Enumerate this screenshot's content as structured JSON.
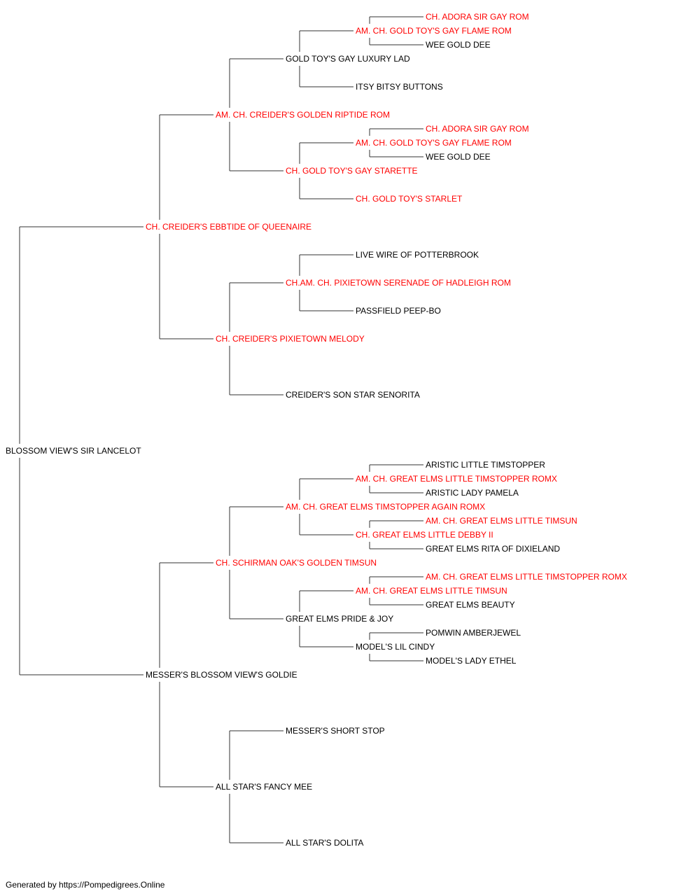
{
  "colors": {
    "champion": "#ff0000",
    "regular": "#000000",
    "line": "#333333"
  },
  "pedigree": {
    "name": "BLOSSOM VIEW'S SIR LANCELOT",
    "champion": false,
    "sire": {
      "name": "CH. CREIDER'S EBBTIDE OF QUEENAIRE",
      "champion": true,
      "sire": {
        "name": "AM. CH. CREIDER'S GOLDEN RIPTIDE ROM",
        "champion": true,
        "sire": {
          "name": "GOLD TOY'S GAY LUXURY LAD",
          "champion": false,
          "sire": {
            "name": "AM. CH. GOLD TOY'S GAY FLAME ROM",
            "champion": true,
            "sire": {
              "name": "CH. ADORA SIR GAY ROM",
              "champion": true
            },
            "dam": {
              "name": "WEE GOLD DEE",
              "champion": false
            }
          },
          "dam": {
            "name": "ITSY BITSY BUTTONS",
            "champion": false
          }
        },
        "dam": {
          "name": "CH. GOLD TOY'S GAY STARETTE",
          "champion": true,
          "sire": {
            "name": "AM. CH. GOLD TOY'S GAY FLAME ROM",
            "champion": true,
            "sire": {
              "name": "CH. ADORA SIR GAY ROM",
              "champion": true
            },
            "dam": {
              "name": "WEE GOLD DEE",
              "champion": false
            }
          },
          "dam": {
            "name": "CH. GOLD TOY'S STARLET",
            "champion": true
          }
        }
      },
      "dam": {
        "name": "CH. CREIDER'S PIXIETOWN MELODY",
        "champion": true,
        "sire": {
          "name": "CH.AM. CH. PIXIETOWN SERENADE OF HADLEIGH ROM",
          "champion": true,
          "sire": {
            "name": "LIVE WIRE OF POTTERBROOK",
            "champion": false
          },
          "dam": {
            "name": "PASSFIELD PEEP-BO",
            "champion": false
          }
        },
        "dam": {
          "name": "CREIDER'S SON STAR SENORITA",
          "champion": false
        }
      }
    },
    "dam": {
      "name": "MESSER'S BLOSSOM VIEW'S GOLDIE",
      "champion": false,
      "sire": {
        "name": "CH. SCHIRMAN OAK'S GOLDEN TIMSUN",
        "champion": true,
        "sire": {
          "name": "AM. CH. GREAT ELMS TIMSTOPPER AGAIN ROMX",
          "champion": true,
          "sire": {
            "name": "AM. CH. GREAT ELMS LITTLE TIMSTOPPER ROMX",
            "champion": true,
            "sire": {
              "name": "ARISTIC LITTLE TIMSTOPPER",
              "champion": false
            },
            "dam": {
              "name": "ARISTIC LADY PAMELA",
              "champion": false
            }
          },
          "dam": {
            "name": "CH. GREAT ELMS LITTLE DEBBY II",
            "champion": true,
            "sire": {
              "name": "AM. CH. GREAT ELMS LITTLE TIMSUN",
              "champion": true
            },
            "dam": {
              "name": "GREAT ELMS RITA OF DIXIELAND",
              "champion": false
            }
          }
        },
        "dam": {
          "name": "GREAT ELMS PRIDE & JOY",
          "champion": false,
          "sire": {
            "name": "AM. CH. GREAT ELMS LITTLE TIMSUN",
            "champion": true,
            "sire": {
              "name": "AM. CH. GREAT ELMS LITTLE TIMSTOPPER ROMX",
              "champion": true
            },
            "dam": {
              "name": "GREAT ELMS BEAUTY",
              "champion": false
            }
          },
          "dam": {
            "name": "MODEL'S LIL CINDY",
            "champion": false,
            "sire": {
              "name": "POMWIN AMBERJEWEL",
              "champion": false
            },
            "dam": {
              "name": "MODEL'S LADY ETHEL",
              "champion": false
            }
          }
        }
      },
      "dam": {
        "name": "ALL STAR'S FANCY MEE",
        "champion": false,
        "sire": {
          "name": "MESSER'S SHORT STOP",
          "champion": false
        },
        "dam": {
          "name": "ALL STAR'S DOLITA",
          "champion": false
        }
      }
    }
  },
  "footer": {
    "text": "Generated by https://Pompedigrees.Online"
  }
}
